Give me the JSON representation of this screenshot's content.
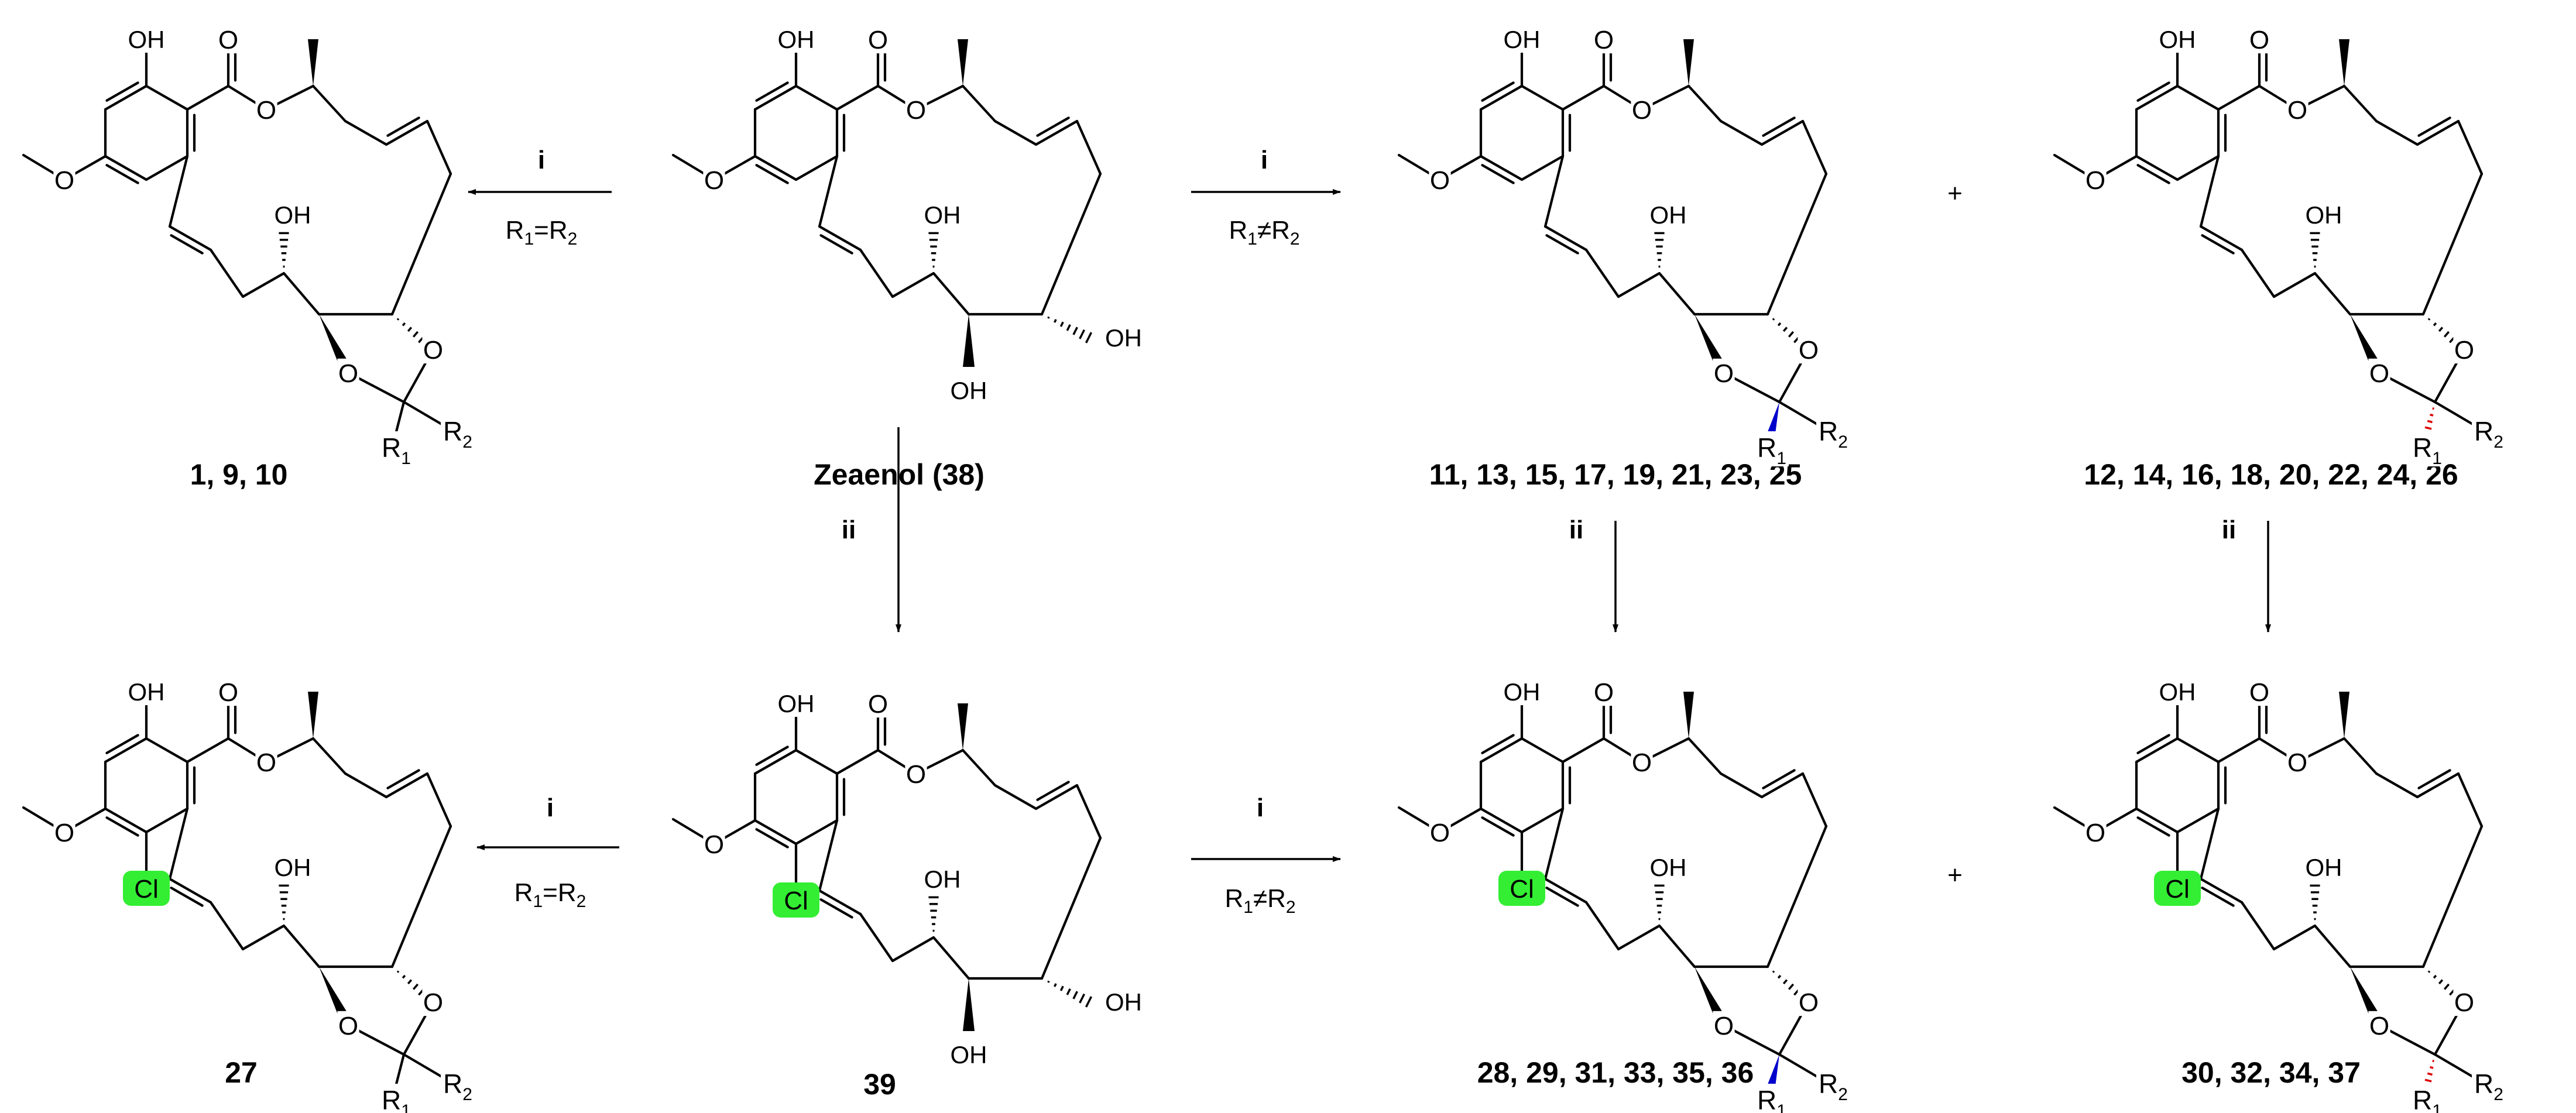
{
  "molecules": [
    {
      "id": "m1",
      "label": "1, 9, 10",
      "cl": false,
      "ketal": true,
      "stereo": "none"
    },
    {
      "id": "m38",
      "label": "Zeaenol (38)",
      "cl": false,
      "ketal": false,
      "stereo": "none"
    },
    {
      "id": "m11",
      "label": "11, 13, 15, 17, 19, 21, 23, 25",
      "cl": false,
      "ketal": true,
      "stereo": "wedge"
    },
    {
      "id": "m12",
      "label": "12, 14, 16, 18, 20, 22, 24, 26",
      "cl": false,
      "ketal": true,
      "stereo": "hash"
    },
    {
      "id": "m27",
      "label": "27",
      "cl": true,
      "ketal": true,
      "stereo": "none"
    },
    {
      "id": "m39",
      "label": "39",
      "cl": true,
      "ketal": false,
      "stereo": "none"
    },
    {
      "id": "m28",
      "label": "28, 29, 31, 33, 35, 36",
      "cl": true,
      "ketal": true,
      "stereo": "wedge"
    },
    {
      "id": "m30",
      "label": "30, 32, 34, 37",
      "cl": true,
      "ketal": true,
      "stereo": "hash"
    }
  ],
  "atoms": {
    "OH": "OH",
    "O": "O",
    "Cl": "Cl",
    "R1": "R",
    "R2": "R",
    "sub1": "1",
    "sub2": "2"
  },
  "arrows": [
    {
      "id": "a1",
      "reagent": "i",
      "condition": [
        "R",
        "1",
        "=R",
        "2"
      ]
    },
    {
      "id": "a2",
      "reagent": "i",
      "condition": [
        "R",
        "1",
        "≠R",
        "2"
      ]
    },
    {
      "id": "a3",
      "reagent": "ii",
      "condition": []
    },
    {
      "id": "a4",
      "reagent": "ii",
      "condition": []
    },
    {
      "id": "a5",
      "reagent": "ii",
      "condition": []
    },
    {
      "id": "a6",
      "reagent": "i",
      "condition": [
        "R",
        "1",
        "=R",
        "2"
      ]
    },
    {
      "id": "a7",
      "reagent": "i",
      "condition": [
        "R",
        "1",
        "≠R",
        "2"
      ]
    }
  ],
  "plus_signs": [
    "+",
    "+"
  ],
  "colors": {
    "highlight": "#33ee33",
    "wedge": "#0000cc",
    "hash": "#dd0000",
    "ink": "#000000"
  }
}
